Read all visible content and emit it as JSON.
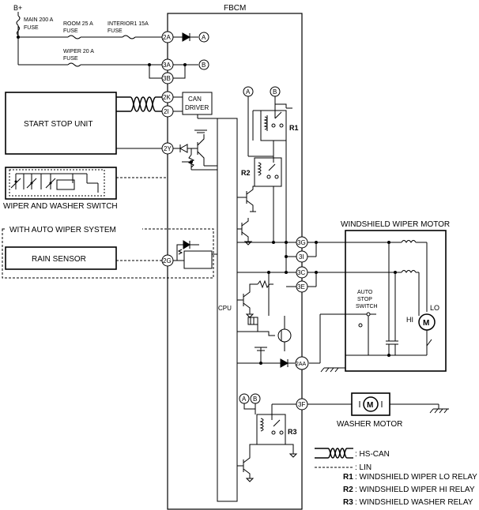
{
  "power_label": "B+",
  "fbcm_label": "FBCM",
  "fuses": {
    "main": [
      "MAIN 200 A",
      "FUSE"
    ],
    "room": [
      "ROOM 25 A",
      "FUSE"
    ],
    "interior": [
      "INTERIOR1 15A",
      "FUSE"
    ],
    "wiper": [
      "WIPER 20 A",
      "FUSE"
    ]
  },
  "connectors": {
    "c2A": "2A",
    "c3A": "3A",
    "c3B": "3B",
    "c2K": "2K",
    "c2I": "2I",
    "c2Y": "2Y",
    "c2G": "2G",
    "c3G": "3G",
    "c3I": "3I",
    "c3C": "3C",
    "c3E": "3E",
    "c2AA": "2AA",
    "c3F": "3F"
  },
  "markers": {
    "a": "A",
    "b": "B"
  },
  "blocks": {
    "can_driver": [
      "CAN",
      "DRIVER"
    ],
    "cpu": "CPU",
    "start_stop_unit": "START STOP UNIT",
    "wiper_washer_switch": "WIPER AND WASHER SWITCH",
    "auto_wiper_system": "WITH AUTO WIPER SYSTEM",
    "rain_sensor": "RAIN SENSOR",
    "windshield_wiper_motor": "WINDSHIELD WIPER MOTOR",
    "auto_stop_switch": [
      "AUTO",
      "STOP",
      "SWITCH"
    ],
    "washer_motor": "WASHER MOTOR",
    "motor_symbol": "M",
    "lo": "LO",
    "hi": "HI"
  },
  "relays": {
    "r1": "R1",
    "r2": "R2",
    "r3": "R3"
  },
  "legend": {
    "hs_can": ": HS-CAN",
    "lin": ": LIN",
    "r1": {
      "code": "R1",
      "text": ": WINDSHIELD WIPER LO RELAY"
    },
    "r2": {
      "code": "R2",
      "text": ": WINDSHIELD WIPER HI RELAY"
    },
    "r3": {
      "code": "R3",
      "text": ": WINDSHIELD WASHER RELAY"
    }
  }
}
